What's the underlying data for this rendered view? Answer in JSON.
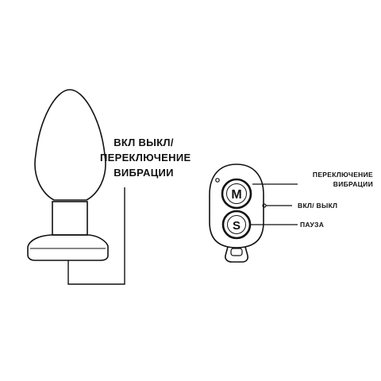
{
  "plug_label": {
    "line1": "ВКЛ ВЫКЛ/",
    "line2": "ПЕРЕКЛЮЧЕНИЕ",
    "line3": "ВИБРАЦИИ"
  },
  "remote_labels": {
    "switch_line1": "ПЕРЕКЛЮЧЕНИЕ",
    "switch_line2": "ВИБРАЦИИ",
    "power": "ВКЛ/ ВЫКЛ",
    "pause": "ПАУЗА"
  },
  "remote_buttons": {
    "top": "M",
    "bottom": "S"
  },
  "colors": {
    "line": "#111111",
    "background": "#ffffff"
  }
}
